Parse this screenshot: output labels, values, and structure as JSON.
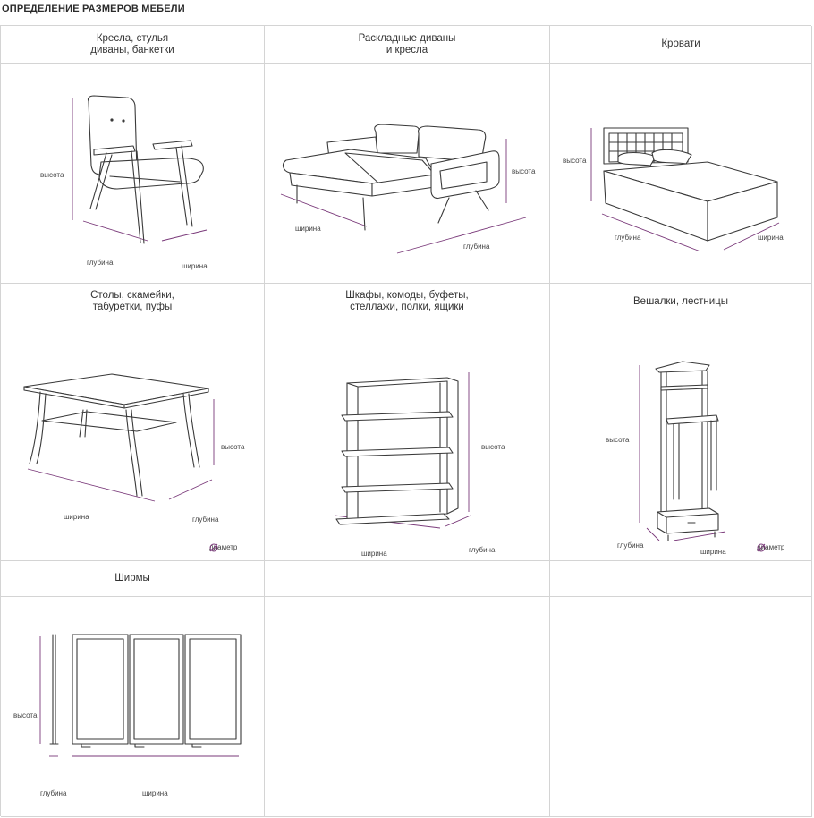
{
  "page_title": "ОПРЕДЕЛЕНИЕ РАЗМЕРОВ МЕБЕЛИ",
  "categories": [
    {
      "title": "Кресла, стулья\nдиваны, банкетки",
      "labels": {
        "height": "высота",
        "depth": "глубина",
        "width": "ширина"
      }
    },
    {
      "title": "Раскладные диваны\nи кресла",
      "labels": {
        "height": "высота",
        "width": "ширина",
        "depth": "глубина"
      }
    },
    {
      "title": "Кровати",
      "labels": {
        "height": "высота",
        "depth": "глубина",
        "width": "ширина"
      }
    },
    {
      "title": "Столы, скамейки,\nтабуретки, пуфы",
      "labels": {
        "height": "высота",
        "width": "ширина",
        "depth": "глубина",
        "diameter": "диаметр"
      }
    },
    {
      "title": "Шкафы, комоды, буфеты,\nстеллажи, полки, ящики",
      "labels": {
        "height": "высота",
        "width": "ширина",
        "depth": "глубина"
      }
    },
    {
      "title": "Вешалки, лестницы",
      "labels": {
        "height": "высота",
        "depth": "глубина",
        "width": "ширина",
        "diameter": "диаметр"
      }
    },
    {
      "title": "Ширмы",
      "labels": {
        "height": "высота",
        "depth": "глубина",
        "width": "ширина"
      }
    }
  ],
  "colors": {
    "dimension_line": "#7a3a7a",
    "grid_line": "#d4d4d4",
    "outline": "#3a3a3a"
  },
  "icons": {
    "diameter": "diameter-symbol-icon"
  }
}
